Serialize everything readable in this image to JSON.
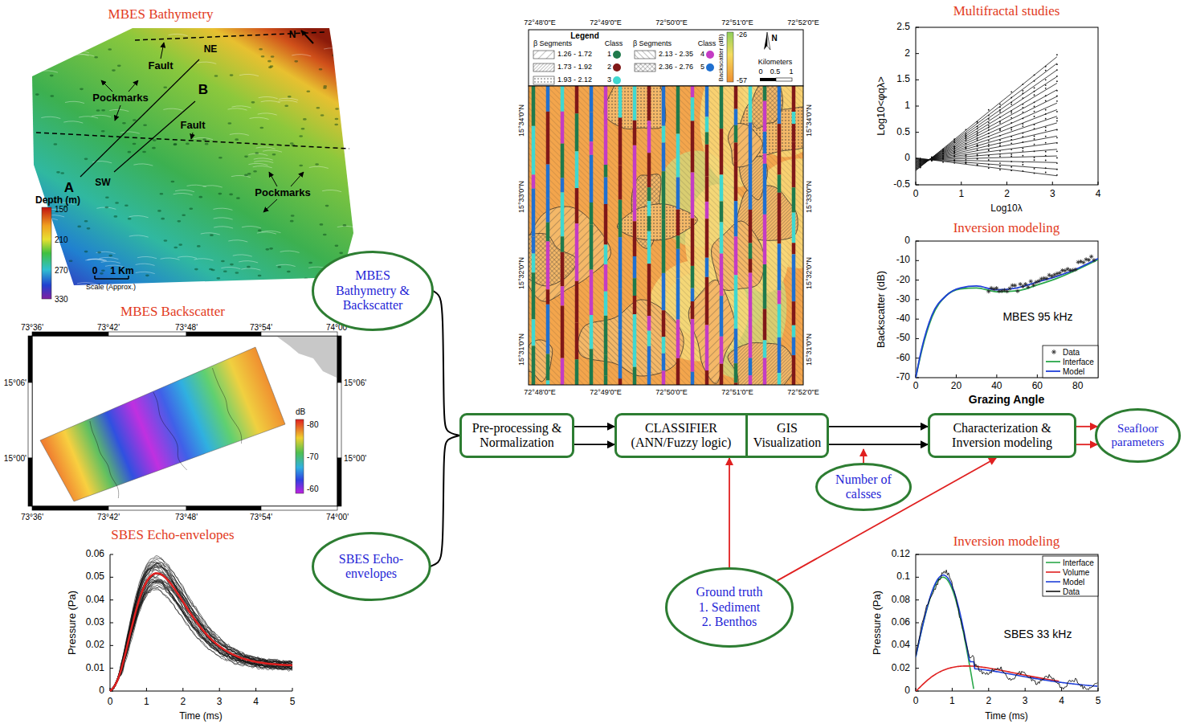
{
  "diagram": {
    "nodes": [
      {
        "text": [
          "MBES Bathymetry & Backscatter"
        ]
      },
      {
        "text": [
          "SBES Echo-envelopes"
        ]
      },
      {
        "text": [
          "Pre-processing & Normalization"
        ]
      },
      {
        "text": [
          "CLASSIFIER (ANN/Fuzzy logic)",
          "GIS Visualization"
        ]
      },
      {
        "text": [
          "Characterization & Inversion modeling"
        ]
      },
      {
        "text": [
          "Seafloor parameters"
        ]
      },
      {
        "text": [
          "Number of calsses"
        ]
      },
      {
        "text": [
          "Ground truth",
          "1. Sediment",
          "2. Benthos"
        ]
      }
    ],
    "edges": [
      {
        "from": 0,
        "to": 2,
        "arrow": "none"
      },
      {
        "from": 1,
        "to": 2,
        "arrow": "none"
      },
      {
        "from": 2,
        "to": 3,
        "arrow": "to"
      },
      {
        "from": 2,
        "to": 3,
        "arrow": "to"
      },
      {
        "from": 3,
        "to": 4,
        "arrow": "to"
      },
      {
        "from": 3,
        "to": 4,
        "arrow": "to"
      },
      {
        "from": 4,
        "to": 5,
        "arrow": "to"
      },
      {
        "from": 4,
        "to": 5,
        "arrow": "to"
      },
      {
        "from": 7,
        "to": 3,
        "arrow": "to"
      },
      {
        "from": 7,
        "to": 4,
        "arrow": "to"
      }
    ],
    "labels": [
      "MBES Bathymetry",
      "Fault",
      "Fault",
      "Pockmarks",
      "Pockmarks",
      "NE",
      "SW",
      "A",
      "B",
      "N",
      "Depth (m)",
      "150",
      "210",
      "270",
      "330",
      "0",
      "1 Km",
      "Scale (Approx.)",
      "MBES Backscatter",
      "73°36'",
      "73°42'",
      "73°48'",
      "73°54'",
      "74°00'",
      "73°36'",
      "73°42'",
      "73°48'",
      "73°54'",
      "74°00'",
      "15°06'",
      "15°00'",
      "15°06'",
      "15°00'",
      "dB",
      "-80",
      "-70",
      "-60",
      "SBES Echo-envelopes",
      "0.06",
      "0.05",
      "0.04",
      "0.03",
      "0.02",
      "0.01",
      "0",
      "0",
      "1",
      "2",
      "3",
      "4",
      "5",
      "Pressure (Pa)",
      "Time (ms)",
      "72°48'0\"E",
      "72°49'0\"E",
      "72°50'0\"E",
      "72°51'0\"E",
      "72°52'0\"E",
      "72°48'0\"E",
      "72°49'0\"E",
      "72°50'0\"E",
      "72°51'0\"E",
      "72°52'0\"E",
      "15°34'0\"N",
      "15°33'0\"N",
      "15°32'0\"N",
      "15°31'0\"N",
      "15°34'0\"N",
      "15°33'0\"N",
      "15°32'0\"N",
      "15°31'0\"N",
      "Legend",
      "β Segments",
      "Class",
      "β Segments",
      "Class",
      "Backscatter (dB)",
      "-26",
      "-57",
      "N",
      "Kilometers",
      "0",
      "0.5",
      "1",
      "Multifractal studies",
      "2.5",
      "2",
      "1.5",
      "1",
      "0.5",
      "0",
      "-0.5",
      "0",
      "1",
      "2",
      "3",
      "4",
      "Log10<φqλ>",
      "Log10λ",
      "Inversion modeling",
      "0",
      "-10",
      "-20",
      "-30",
      "-40",
      "-50",
      "-60",
      "-70",
      "0",
      "20",
      "40",
      "60",
      "80",
      "Backscatter (dB)",
      "Grazing Angle",
      "MBES 95 kHz",
      "Inversion modeling",
      "0.12",
      "0.1",
      "0.08",
      "0.06",
      "0.04",
      "0.02",
      "0",
      "0",
      "1",
      "2",
      "3",
      "4",
      "5",
      "Pressure (Pa)",
      "Time (ms)",
      "SBES 33 kHz"
    ],
    "legend": [
      {
        "text": "1.26 - 1.72"
      },
      {
        "text": "1",
        "color": "#1f7a4c"
      },
      {
        "text": "1.73 - 1.92"
      },
      {
        "text": "2",
        "color": "#801818"
      },
      {
        "text": "1.93 - 2.12"
      },
      {
        "text": "3",
        "color": "#40d8d0"
      },
      {
        "text": "2.13 - 2.35"
      },
      {
        "text": "4",
        "color": "#c43cc4"
      },
      {
        "text": "2.36 - 2.76"
      },
      {
        "text": "5",
        "color": "#2070d0"
      },
      {
        "text": "Data"
      },
      {
        "text": "Interface"
      },
      {
        "text": "Model"
      },
      {
        "text": "Interface"
      },
      {
        "text": "Volume"
      },
      {
        "text": "Model"
      },
      {
        "text": "Data"
      }
    ]
  }
}
